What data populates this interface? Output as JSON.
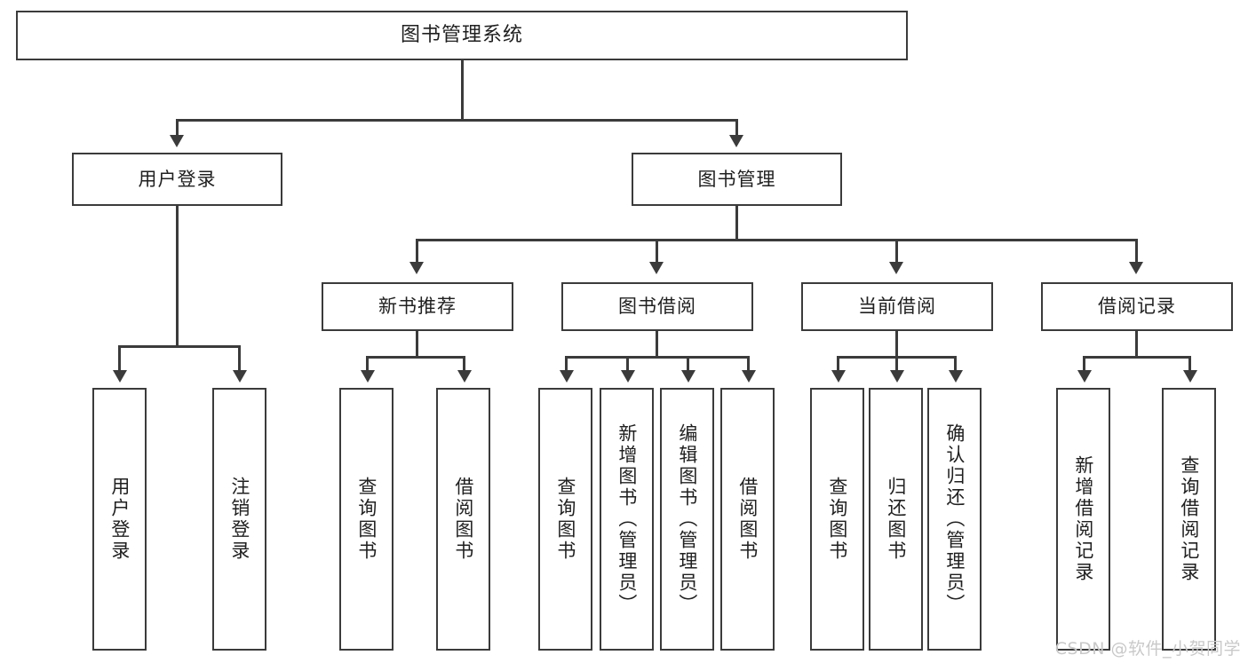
{
  "diagram": {
    "title": "图书管理系统",
    "root": {
      "label": "图书管理系统"
    },
    "level2": [
      {
        "label": "用户登录"
      },
      {
        "label": "图书管理"
      }
    ],
    "level3": [
      {
        "label": "新书推荐"
      },
      {
        "label": "图书借阅"
      },
      {
        "label": "当前借阅"
      },
      {
        "label": "借阅记录"
      }
    ],
    "leaves": {
      "user_login": [
        {
          "label": "用户登录"
        },
        {
          "label": "注销登录"
        }
      ],
      "new_book_recommend": [
        {
          "label": "查询图书"
        },
        {
          "label": "借阅图书"
        }
      ],
      "book_borrow": [
        {
          "label": "查询图书"
        },
        {
          "label": "新增图书（管理员）"
        },
        {
          "label": "编辑图书（管理员）"
        },
        {
          "label": "借阅图书"
        }
      ],
      "current_borrow": [
        {
          "label": "查询图书"
        },
        {
          "label": "归还图书"
        },
        {
          "label": "确认归还（管理员）"
        }
      ],
      "borrow_records": [
        {
          "label": "新增借阅记录"
        },
        {
          "label": "查询借阅记录"
        }
      ]
    }
  },
  "watermark": {
    "text": "CSDN @软件_小贺同学"
  },
  "colors": {
    "stroke": "#3b3b3b",
    "text": "#202020",
    "background": "#ffffff",
    "watermark": "#c9c9c9"
  }
}
